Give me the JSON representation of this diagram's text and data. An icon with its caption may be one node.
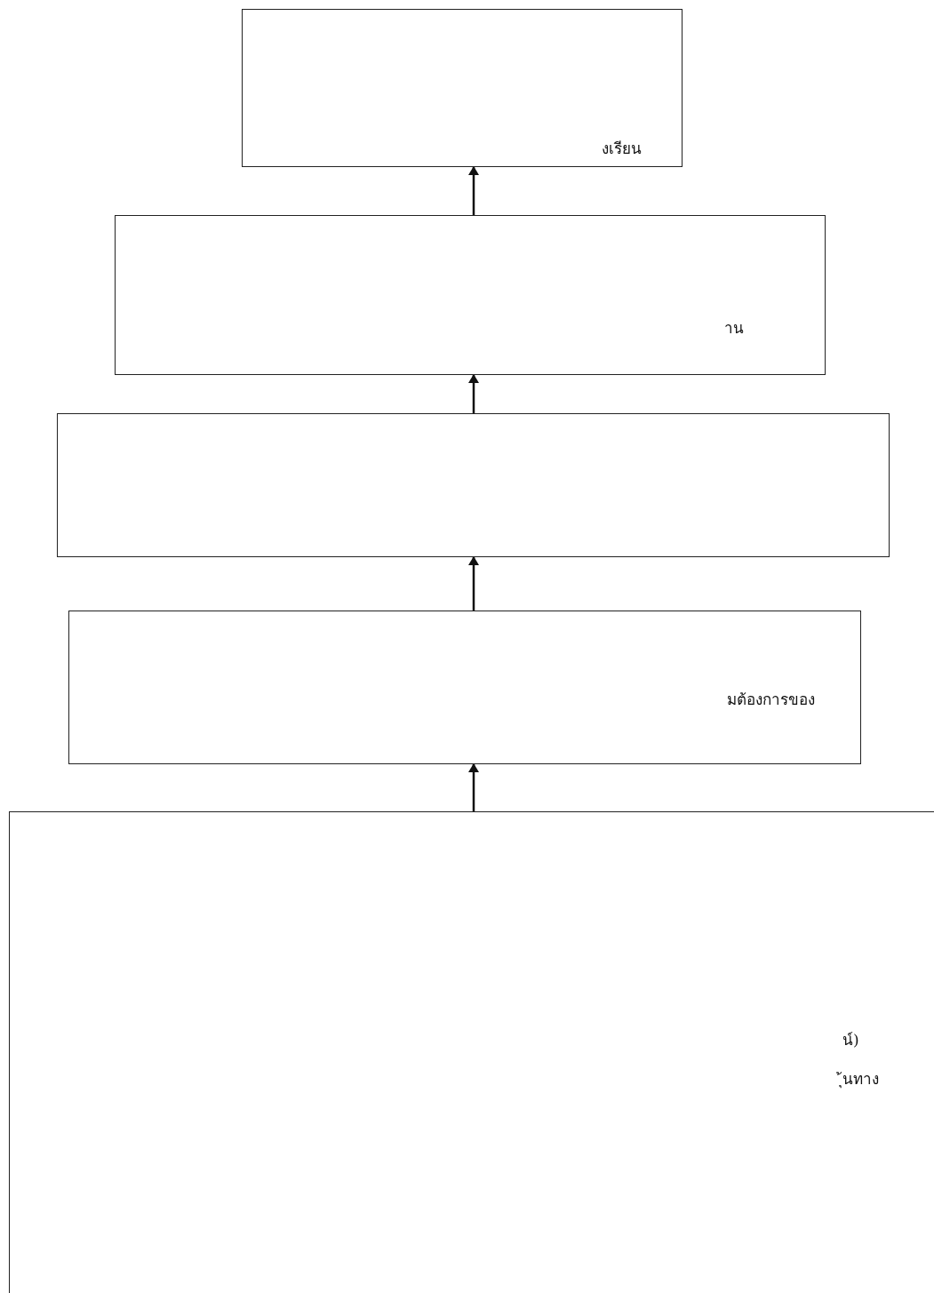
{
  "diagram": {
    "nodes": [
      {
        "text": [
          "งเรียน"
        ]
      },
      {
        "text": [
          "าน"
        ]
      },
      {
        "text": [],
        "shape": "box"
      },
      {
        "text": [
          "มต้องการของ"
        ]
      },
      {
        "text": [
          "น์)",
          "ุ้นทาง"
        ]
      }
    ],
    "edges": [
      {
        "from": 4,
        "to": 3,
        "arrow": "to"
      },
      {
        "from": 3,
        "to": 2,
        "arrow": "to"
      },
      {
        "from": 2,
        "to": 1,
        "arrow": "to"
      },
      {
        "from": 1,
        "to": 0,
        "arrow": "to"
      }
    ]
  }
}
